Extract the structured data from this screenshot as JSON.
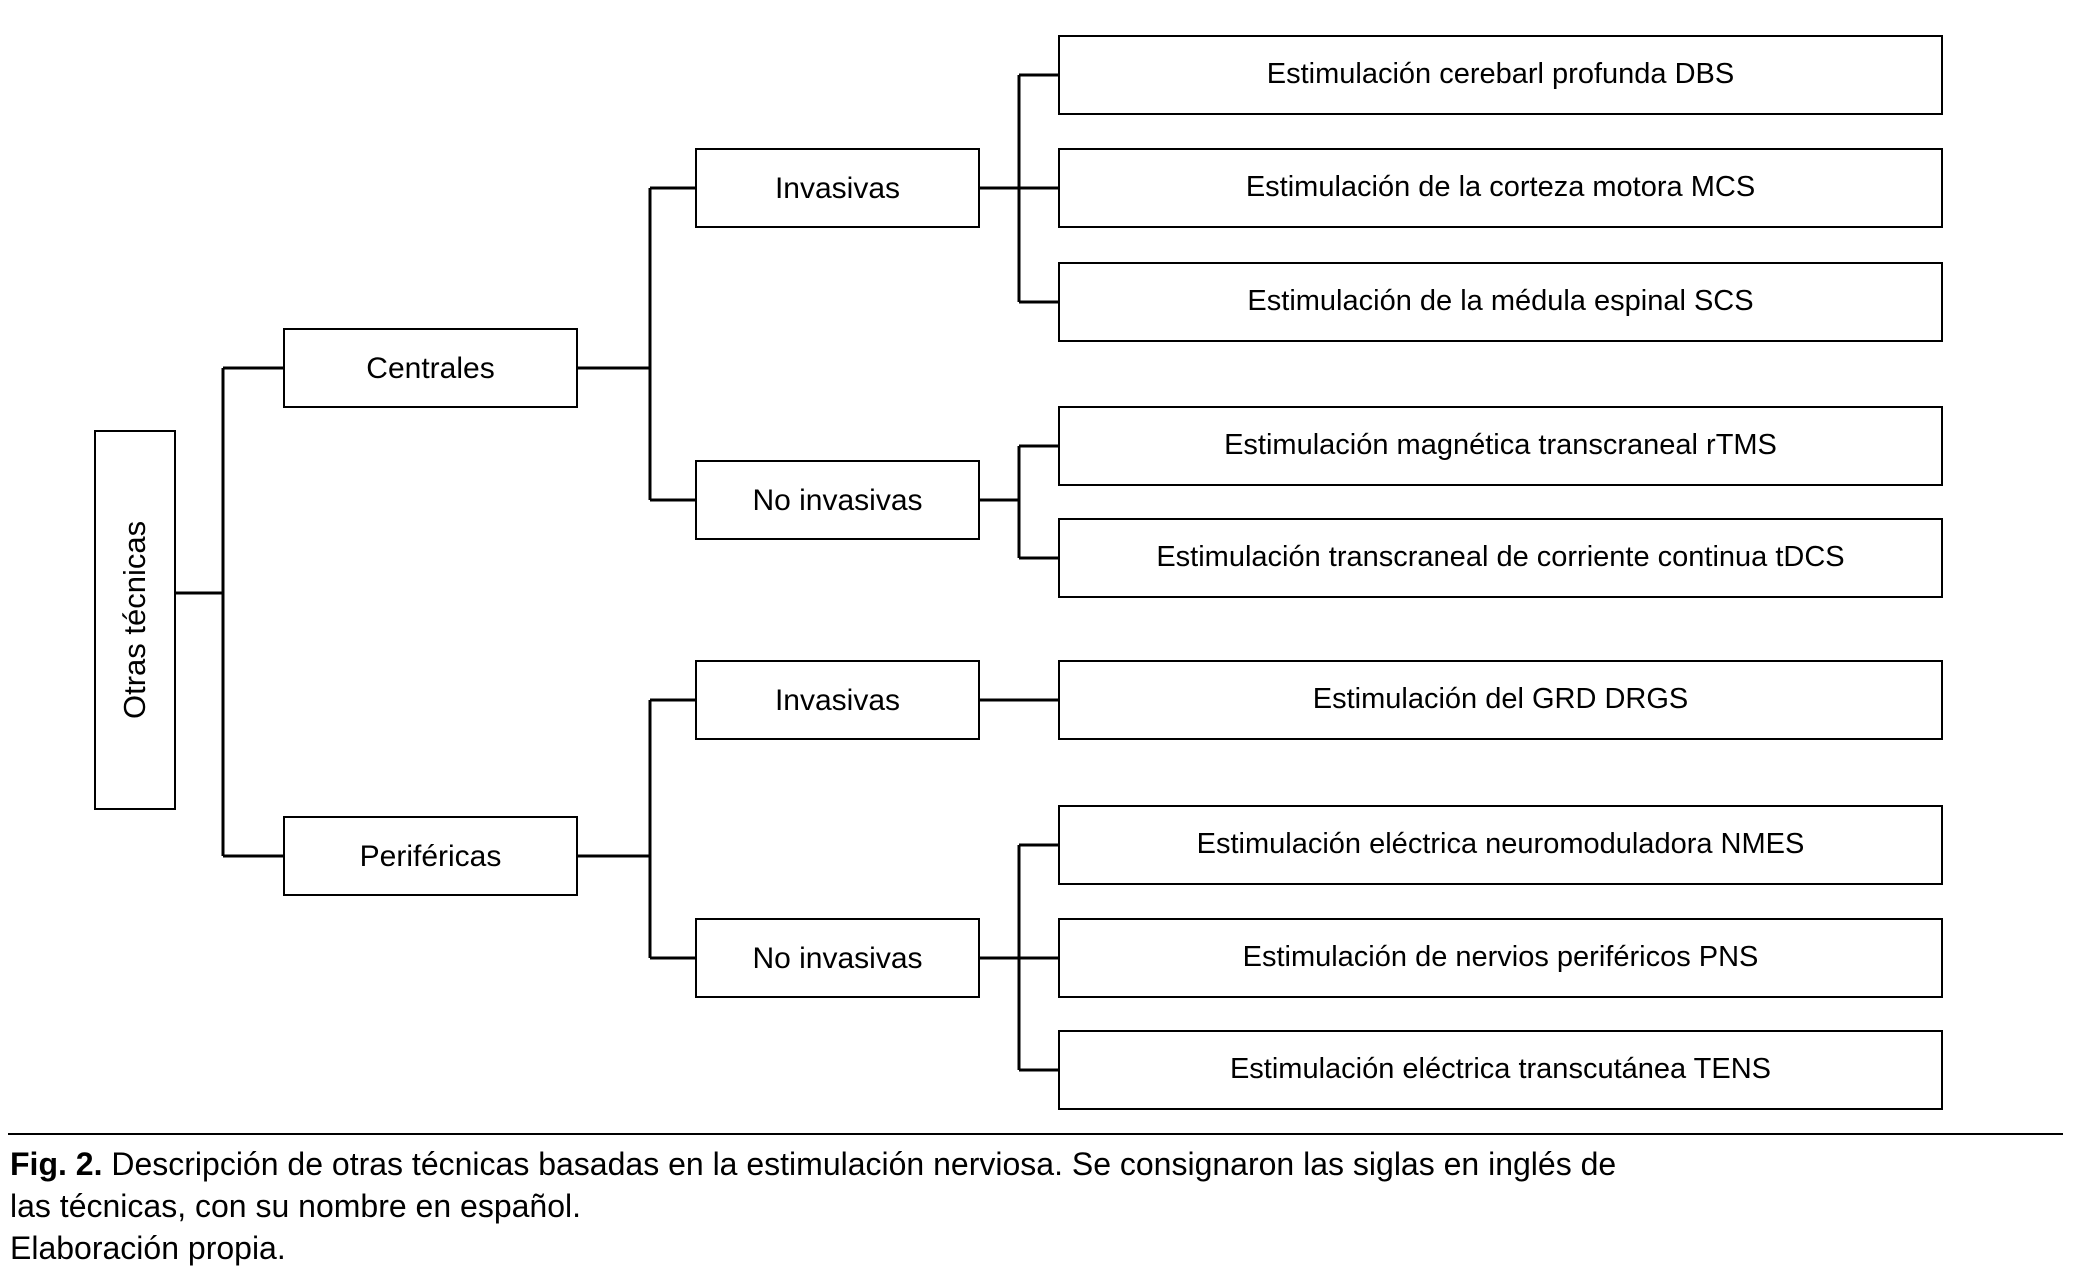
{
  "figure": {
    "root": {
      "label": "Otras técnicas"
    },
    "branches": [
      {
        "label": "Centrales",
        "groups": [
          {
            "label": "Invasivas",
            "items": [
              "Estimulación cerebarl profunda DBS",
              "Estimulación de la corteza motora MCS",
              "Estimulación de la médula espinal SCS"
            ]
          },
          {
            "label": "No invasivas",
            "items": [
              "Estimulación magnética transcraneal rTMS",
              "Estimulación transcraneal de corriente continua tDCS"
            ]
          }
        ]
      },
      {
        "label": "Periféricas",
        "groups": [
          {
            "label": "Invasivas",
            "items": [
              "Estimulación del GRD DRGS"
            ]
          },
          {
            "label": "No invasivas",
            "items": [
              "Estimulación eléctrica neuromoduladora NMES",
              "Estimulación de nervios periféricos PNS",
              "Estimulación eléctrica transcutánea TENS"
            ]
          }
        ]
      }
    ]
  },
  "caption": {
    "figure_number": "Fig. 2.",
    "line1": " Descripción de otras técnicas basadas en la estimulación nerviosa. Se consignaron las siglas en inglés de",
    "line2": "las técnicas, con su nombre en español.",
    "line3": "Elaboración propia."
  },
  "colors": {
    "stroke": "#000000",
    "background": "#ffffff",
    "text": "#000000"
  }
}
